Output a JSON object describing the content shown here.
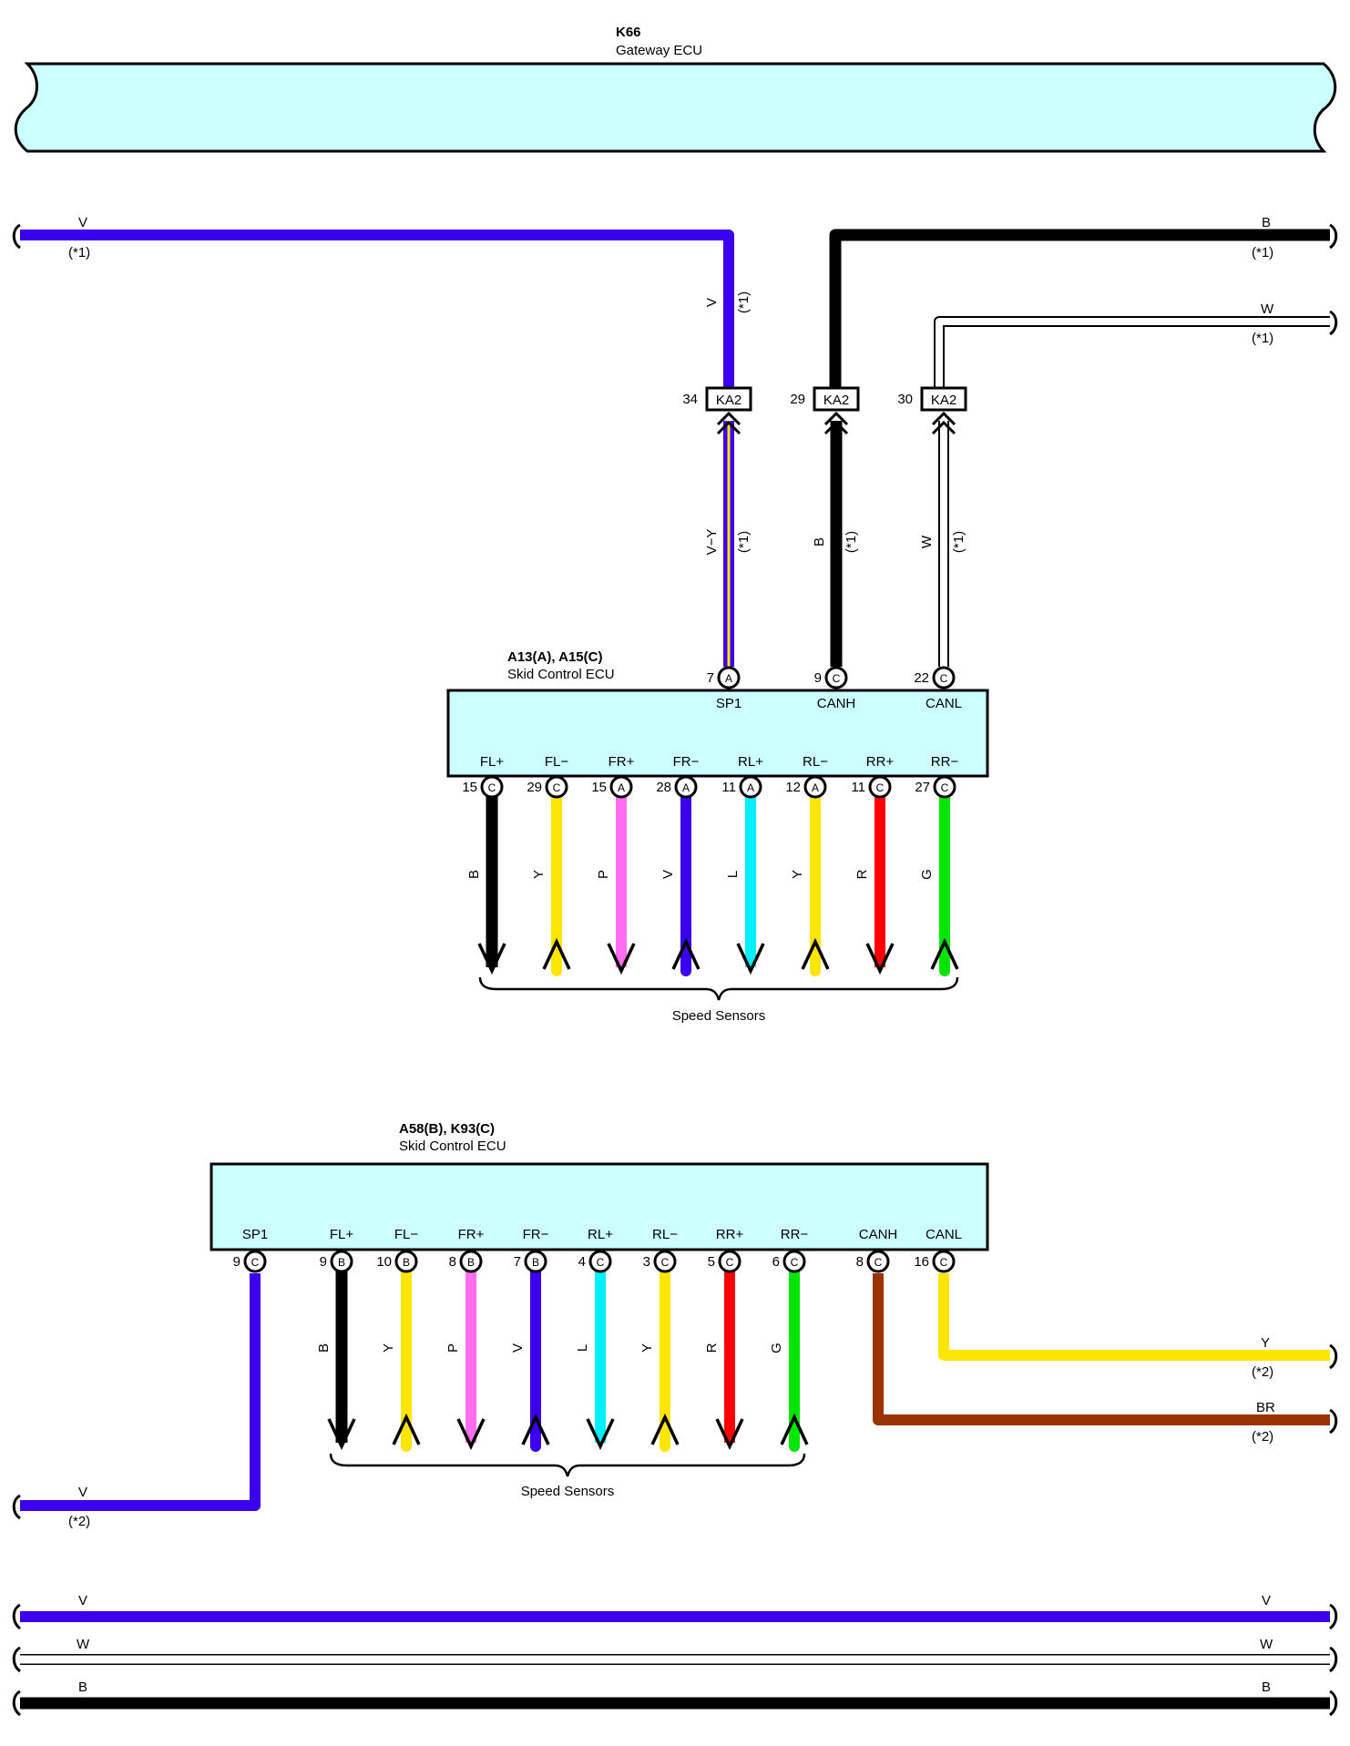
{
  "gateway": {
    "id": "K66",
    "name": "Gateway ECU"
  },
  "ecu1": {
    "id": "A13(A), A15(C)",
    "name": "Skid Control ECU",
    "top_pins": [
      {
        "label": "SP1",
        "pin": "7",
        "conn": "A"
      },
      {
        "label": "CANH",
        "pin": "9",
        "conn": "C"
      },
      {
        "label": "CANL",
        "pin": "22",
        "conn": "C"
      }
    ],
    "bottom_pins": [
      {
        "label": "FL+",
        "pin": "15",
        "conn": "C",
        "wire": "B",
        "color": "#000000",
        "dir": "down"
      },
      {
        "label": "FL−",
        "pin": "29",
        "conn": "C",
        "wire": "Y",
        "color": "#ffe600",
        "dir": "up"
      },
      {
        "label": "FR+",
        "pin": "15",
        "conn": "A",
        "wire": "P",
        "color": "#ff6ef0",
        "dir": "down"
      },
      {
        "label": "FR−",
        "pin": "28",
        "conn": "A",
        "wire": "V",
        "color": "#3b00ee",
        "dir": "up"
      },
      {
        "label": "RL+",
        "pin": "11",
        "conn": "A",
        "wire": "L",
        "color": "#00f0ff",
        "dir": "down"
      },
      {
        "label": "RL−",
        "pin": "12",
        "conn": "A",
        "wire": "Y",
        "color": "#ffe600",
        "dir": "up"
      },
      {
        "label": "RR+",
        "pin": "11",
        "conn": "C",
        "wire": "R",
        "color": "#ff0000",
        "dir": "down"
      },
      {
        "label": "RR−",
        "pin": "27",
        "conn": "C",
        "wire": "G",
        "color": "#00e600",
        "dir": "up"
      }
    ],
    "sensors_label": "Speed Sensors"
  },
  "junctions": [
    {
      "pin": "34",
      "name": "KA2"
    },
    {
      "pin": "29",
      "name": "KA2"
    },
    {
      "pin": "30",
      "name": "KA2"
    }
  ],
  "upper_wires": {
    "v_left": {
      "color_code": "V",
      "note": "(*1)"
    },
    "v_vert": {
      "color_code": "V",
      "note": "(*1)"
    },
    "b_right": {
      "color_code": "B",
      "note": "(*1)"
    },
    "w_right": {
      "color_code": "W",
      "note": "(*1)"
    },
    "vy": {
      "color_code": "V−Y",
      "note": "(*1)"
    },
    "b_mid": {
      "color_code": "B",
      "note": "(*1)"
    },
    "w_mid": {
      "color_code": "W",
      "note": "(*1)"
    }
  },
  "ecu2": {
    "id": "A58(B), K93(C)",
    "name": "Skid Control ECU",
    "sp1": {
      "label": "SP1",
      "pin": "9",
      "conn": "C"
    },
    "sensor_pins": [
      {
        "label": "FL+",
        "pin": "9",
        "conn": "B",
        "wire": "B",
        "color": "#000000",
        "dir": "down"
      },
      {
        "label": "FL−",
        "pin": "10",
        "conn": "B",
        "wire": "Y",
        "color": "#ffe600",
        "dir": "up"
      },
      {
        "label": "FR+",
        "pin": "8",
        "conn": "B",
        "wire": "P",
        "color": "#ff6ef0",
        "dir": "down"
      },
      {
        "label": "FR−",
        "pin": "7",
        "conn": "B",
        "wire": "V",
        "color": "#3b00ee",
        "dir": "up"
      },
      {
        "label": "RL+",
        "pin": "4",
        "conn": "C",
        "wire": "L",
        "color": "#00f0ff",
        "dir": "down"
      },
      {
        "label": "RL−",
        "pin": "3",
        "conn": "C",
        "wire": "Y",
        "color": "#ffe600",
        "dir": "up"
      },
      {
        "label": "RR+",
        "pin": "5",
        "conn": "C",
        "wire": "R",
        "color": "#ff0000",
        "dir": "down"
      },
      {
        "label": "RR−",
        "pin": "6",
        "conn": "C",
        "wire": "G",
        "color": "#00e600",
        "dir": "up"
      }
    ],
    "canh": {
      "label": "CANH",
      "pin": "8",
      "conn": "C"
    },
    "canl": {
      "label": "CANL",
      "pin": "16",
      "conn": "C"
    },
    "sensors_label": "Speed Sensors"
  },
  "lower_wires": {
    "y_right": {
      "color_code": "Y",
      "note": "(*2)"
    },
    "br_right": {
      "color_code": "BR",
      "note": "(*2)"
    },
    "v_left": {
      "color_code": "V",
      "note": "(*2)"
    }
  },
  "bus_lines": [
    {
      "code": "V",
      "color": "#3b00ee"
    },
    {
      "code": "W",
      "color": "#ffffff"
    },
    {
      "code": "B",
      "color": "#000000"
    }
  ],
  "colors": {
    "ecu_fill": "#ccffff",
    "violet": "#3b00ee",
    "black": "#000000",
    "white": "#ffffff",
    "yellow": "#ffe600",
    "brown": "#993300"
  }
}
